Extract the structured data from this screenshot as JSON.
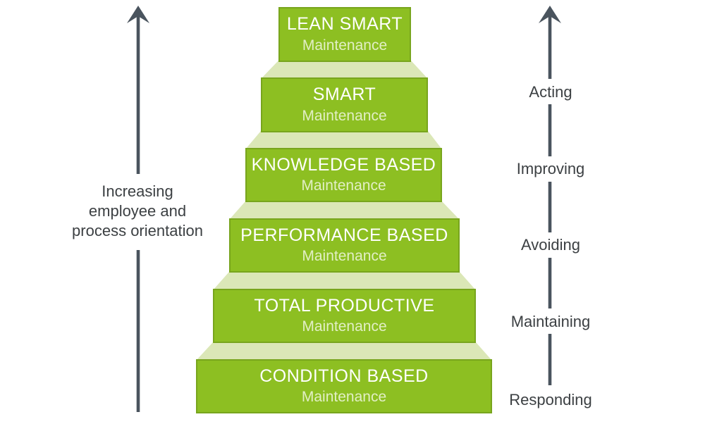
{
  "steps": [
    {
      "title": "LEAN SMART",
      "subtitle": "Maintenance"
    },
    {
      "title": "SMART",
      "subtitle": "Maintenance"
    },
    {
      "title": "KNOWLEDGE BASED",
      "subtitle": "Maintenance"
    },
    {
      "title": "PERFORMANCE BASED",
      "subtitle": "Maintenance"
    },
    {
      "title": "TOTAL PRODUCTIVE",
      "subtitle": "Maintenance"
    },
    {
      "title": "CONDITION BASED",
      "subtitle": "Maintenance"
    }
  ],
  "left_axis": {
    "label_lines": [
      "Increasing",
      "employee and",
      "process orientation"
    ]
  },
  "right_axis": {
    "labels": [
      "Acting",
      "Improving",
      "Avoiding",
      "Maintaining",
      "Responding"
    ]
  },
  "icons": {
    "left_arrow": "up-arrow-icon",
    "right_arrow": "up-arrow-icon"
  },
  "colors": {
    "step_green": "#8dbf22",
    "step_border_green": "#78a51d",
    "connector_light_green": "#dbe7b7",
    "arrow_slate": "#4a545e",
    "side_text": "#3c4043",
    "step_title_text": "#ffffff",
    "step_subtitle_text": "#e2efc5"
  }
}
